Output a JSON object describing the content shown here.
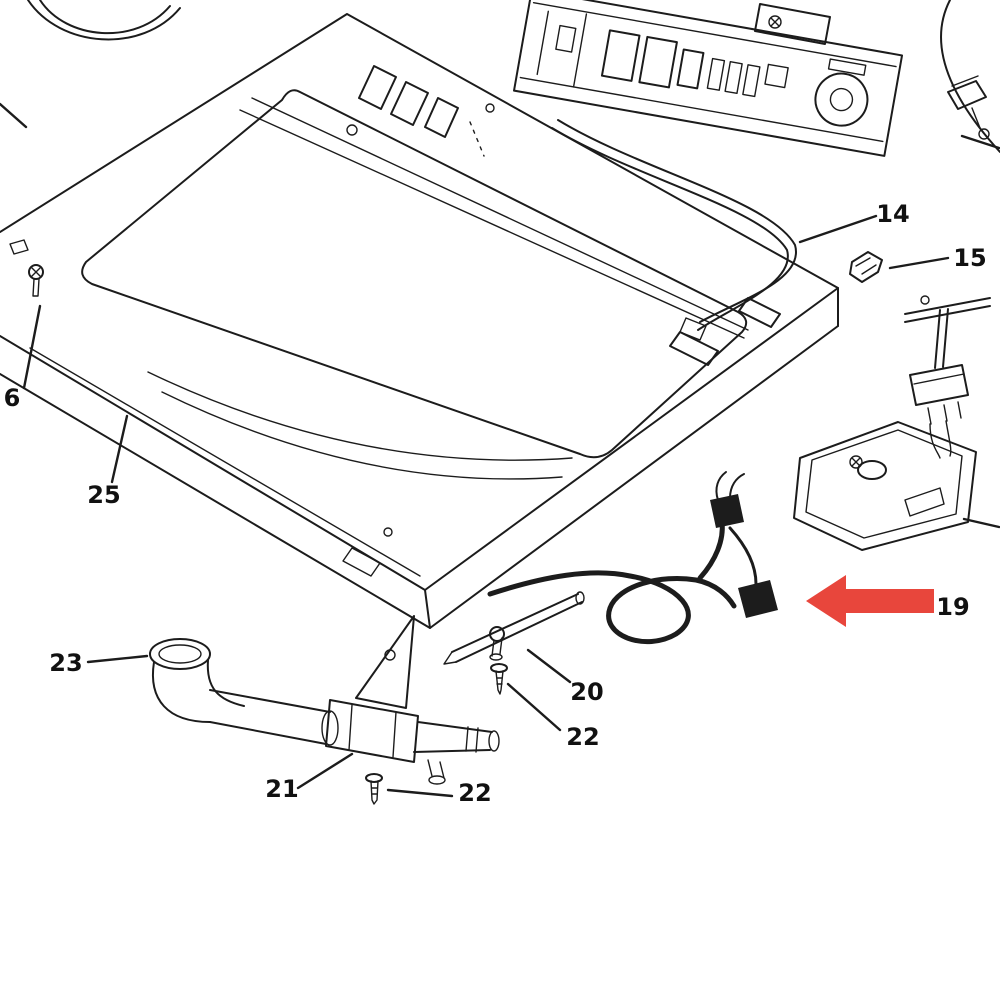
{
  "diagram": {
    "callouts": {
      "14": "14",
      "15": "15",
      "6": "6",
      "25": "25",
      "19": "19",
      "20": "20",
      "22_upper": "22",
      "23": "23",
      "21": "21",
      "22_lower": "22"
    },
    "highlight": {
      "target": "19"
    },
    "colors": {
      "line": "#1c1c1c",
      "background": "#ffffff",
      "arrow": "#e8463c"
    }
  }
}
